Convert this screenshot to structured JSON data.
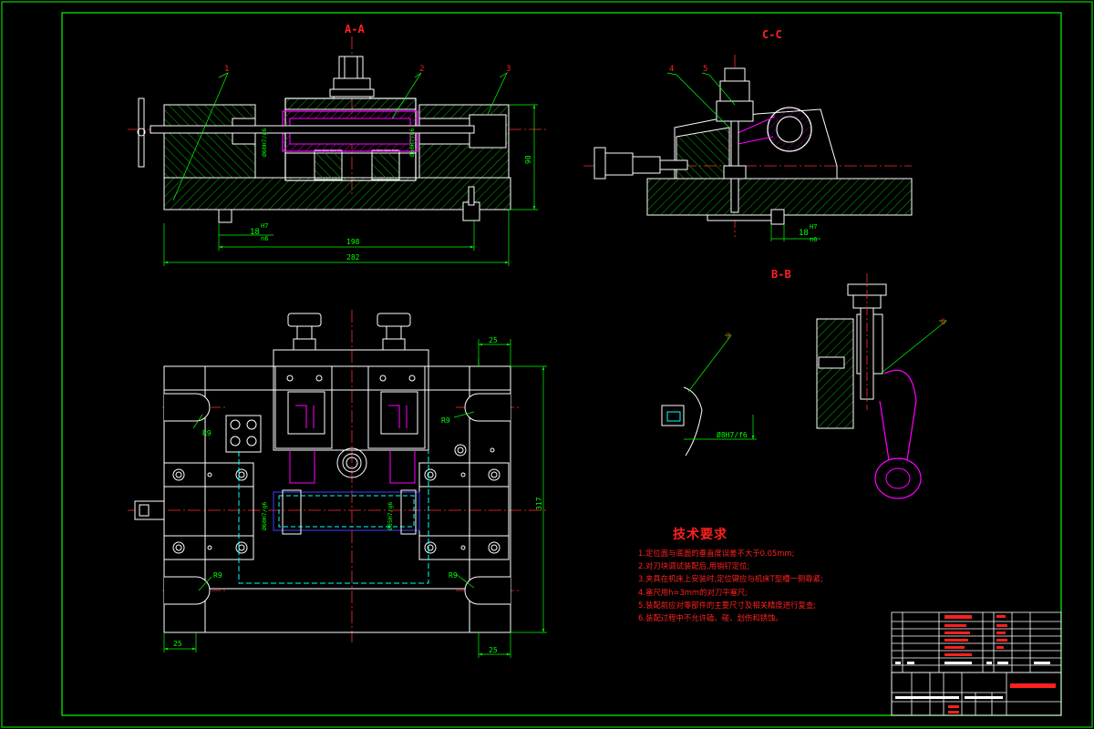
{
  "sections": {
    "aa": "A-A",
    "cc": "C-C",
    "bb": "B-B"
  },
  "balloons": [
    "1",
    "2",
    "3",
    "4",
    "5",
    "6",
    "7"
  ],
  "dimensions": {
    "d18": "18",
    "h7": "H7",
    "n6": "n6",
    "d90": "90",
    "d198": "198",
    "d282": "282",
    "d25": "25",
    "d317": "317",
    "r9": "R9",
    "fit_bore": "Ø85H7/g6",
    "fit_pin": "Ø8H7/f6",
    "fit_left": "Ø60H7/g6",
    "fit_right": "Ø60H7/n6"
  },
  "technical_requirements": {
    "title": "技术要求",
    "items": [
      "1.定位面与底面的垂直度误差不大于0.05mm;",
      "2.对刀块调试装配后,用销钉定位;",
      "3.夹具在机床上安装时,定位键应与机床T型槽一侧靠紧;",
      "4.塞尺用h=3mm的对刀平塞尺;",
      "5.装配前应对零部件的主要尺寸及相关精度进行复查;",
      "6.装配过程中不允许磕、碰、划伤和锈蚀。"
    ]
  },
  "colors": {
    "frame": "#00ff00",
    "outline": "#ffffff",
    "hatch": "#00c000",
    "centerline": "#ff3030",
    "hidden": "#00ffff",
    "workpiece": "#ff00ff",
    "dimension": "#00ff00",
    "text": "#ff2020",
    "title_block": "#ffffff"
  }
}
